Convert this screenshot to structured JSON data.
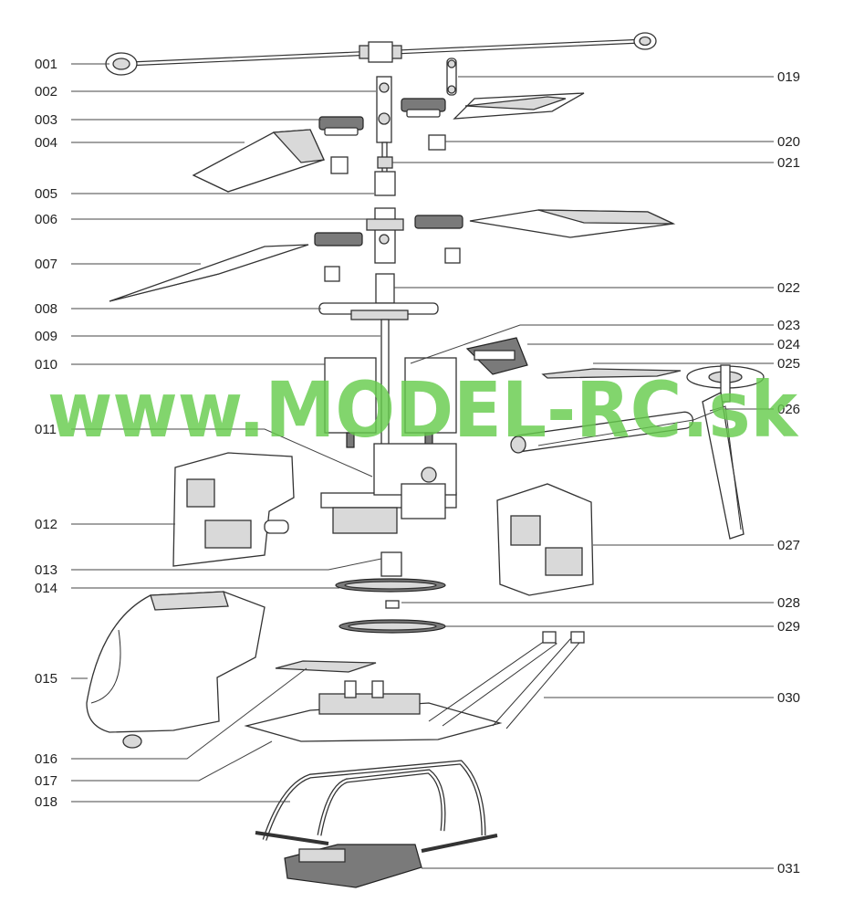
{
  "watermark": "www.MODEL-RC.sk",
  "watermark_color": "#66cc4d",
  "labels_left": [
    "001",
    "002",
    "003",
    "004",
    "005",
    "006",
    "007",
    "008",
    "009",
    "010",
    "011",
    "012",
    "013",
    "014",
    "015",
    "016",
    "017",
    "018"
  ],
  "labels_right": [
    "019",
    "020",
    "021",
    "022",
    "023",
    "024",
    "025",
    "026",
    "027",
    "028",
    "029",
    "030",
    "031"
  ]
}
